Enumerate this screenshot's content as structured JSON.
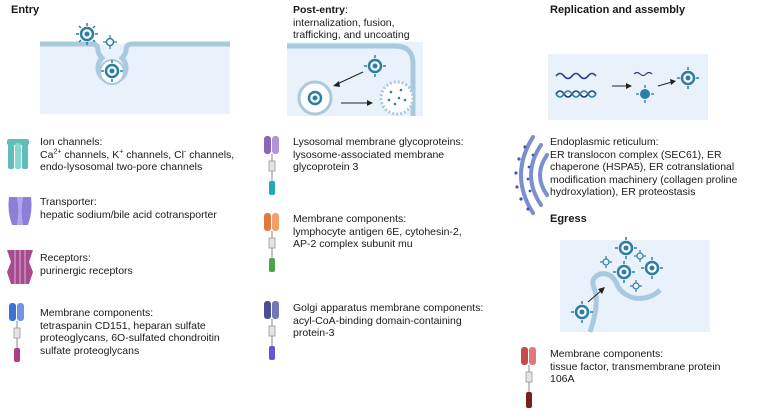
{
  "columns": {
    "entry": {
      "heading": "Entry",
      "items": [
        {
          "icon": "ion-channel-icon",
          "title": "Ion channels:",
          "lines": [
            "endo-lysosomal two-pore channels"
          ]
        },
        {
          "icon": "transporter-icon",
          "title": "Transporter:",
          "lines": [
            "hepatic sodium/bile acid cotransporter"
          ]
        },
        {
          "icon": "receptor-icon",
          "title": "Receptors:",
          "lines": [
            "purinergic receptors"
          ]
        },
        {
          "icon": "membrane-protein-icon",
          "title": "Membrane components:",
          "lines": [
            "tetraspanin CD151, heparan sulfate",
            "proteoglycans, 6O-sulfated chondroitin",
            "sulfate proteoglycans"
          ]
        }
      ],
      "ion_line2": {
        "ca": "Ca",
        "ca_sup": "2+",
        "k": " channels, K",
        "k_sup": "+",
        "cl": " channels, Cl",
        "cl_sup": "-",
        "end": " channels,"
      }
    },
    "post_entry": {
      "heading": "Post-entry",
      "heading_suffix": ":",
      "subtitle_lines": [
        "internalization, fusion,",
        "trafficking, and uncoating"
      ],
      "items": [
        {
          "icon": "membrane-protein-icon",
          "title": "Lysosomal membrane glycoproteins:",
          "lines": [
            "lysosome-associated membrane",
            "glycoprotein 3"
          ]
        },
        {
          "icon": "membrane-protein-icon",
          "title": "Membrane components:",
          "lines": [
            "lymphocyte antigen 6E, cytohesin-2,",
            "AP-2 complex subunit mu"
          ]
        },
        {
          "icon": "membrane-protein-icon",
          "title": "Golgi apparatus membrane components:",
          "lines": [
            "acyl-CoA-binding domain-containing",
            "protein-3"
          ]
        }
      ]
    },
    "replication": {
      "heading": "Replication and assembly",
      "items": [
        {
          "icon": "endoplasmic-reticulum-icon",
          "title": "Endoplasmic reticulum:",
          "lines": [
            "ER translocon complex (SEC61), ER",
            "chaperone (HSPA5), ER cotranslational",
            "modification machinery (collagen proline",
            "hydroxylation), ER proteostasis"
          ]
        }
      ]
    },
    "egress": {
      "heading": "Egress",
      "items": [
        {
          "icon": "membrane-protein-icon",
          "title": "Membrane components:",
          "lines": [
            "tissue factor, transmembrane protein",
            "106A"
          ]
        }
      ]
    }
  },
  "colors": {
    "panel_bg": "#e9f1fb",
    "membrane": "#a9c9df",
    "virus": "#2d7ea3",
    "ion_channel": "#5fbfb8",
    "transporter": "#8d7fd8",
    "receptor": "#a54b90",
    "protein_blue": "#3f6fcf",
    "protein_purple": "#8a64b8",
    "protein_orange": "#e07a3c",
    "protein_navy": "#4a4f94",
    "protein_red": "#c54a4a",
    "protein_teal": "#22aab3",
    "protein_green": "#4aa548",
    "protein_magenta": "#b33a86",
    "protein_indigo": "#6b52d6",
    "protein_maroon": "#7a1f22"
  }
}
